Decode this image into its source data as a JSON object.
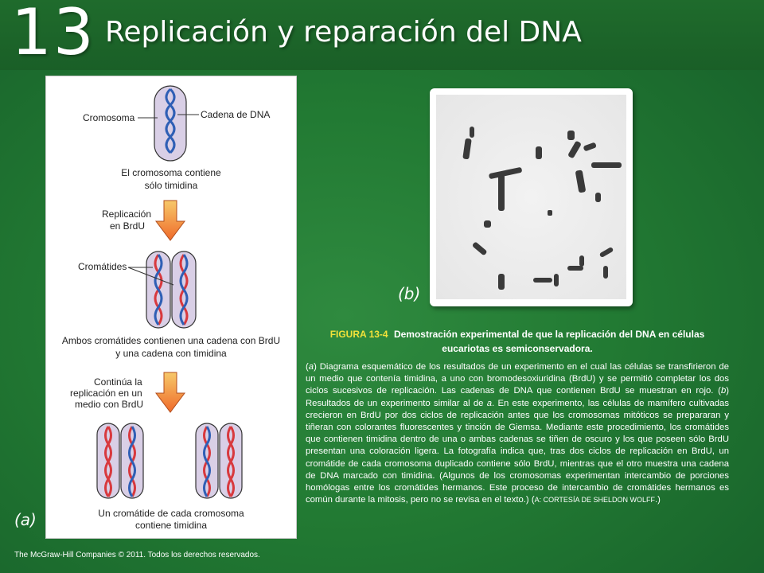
{
  "header": {
    "chapter_number": "13",
    "chapter_title": "Replicación y reparación del DNA"
  },
  "diagram": {
    "label_chromosome": "Cromosoma",
    "label_dna_strand": "Cadena de DNA",
    "step1_text_l1": "El cromosoma contiene",
    "step1_text_l2": "sólo timidina",
    "arrow1_l1": "Replicación",
    "arrow1_l2": "en BrdU",
    "label_chromatids": "Cromátides",
    "step2_text_l1": "Ambos cromátides contienen una cadena con BrdU",
    "step2_text_l2": "y una cadena con timidina",
    "arrow2_l1": "Continúa la",
    "arrow2_l2": "replicación en un",
    "arrow2_l3": "medio con BrdU",
    "step3_text_l1": "Un cromátide de cada cromosoma",
    "step3_text_l2": "contiene timidina",
    "panel_label": "(a)"
  },
  "photo": {
    "panel_label": "(b)"
  },
  "caption": {
    "figure_label": "FIGURA 13-4",
    "title": "Demostración experimental de que la replicación del DNA en células eucariotas es semiconservadora.",
    "body_part1": "(",
    "body_a": "a",
    "body_part2": ") Diagrama esquemático de los resultados de un experimento en el cual las células se transfirieron de un medio que contenía timidina, a uno con bromodesoxiuridina (BrdU) y se permitió completar los dos ciclos sucesivos de replicación. Las cadenas de DNA que contienen BrdU se muestran en rojo. (",
    "body_b": "b",
    "body_part3": ") Resultados de un experimento similar al de ",
    "body_a2": "a",
    "body_part4": ". En este experimento, las células de mamífero cultivadas crecieron en BrdU por dos ciclos de replicación antes que los cromosomas mitóticos se prepararan y tiñeran con colorantes fluorescentes y tinción de Giemsa. Mediante este procedimiento, los cromátides que contienen timidina dentro de una o ambas cadenas se tiñen de oscuro y los que poseen sólo BrdU presentan una coloración ligera. La fotografía indica que, tras dos ciclos de replicación en BrdU, un cromátide de cada cromosoma duplicado contiene sólo BrdU, mientras que el otro muestra una cadena de DNA marcado con timidina. (Algunos de los cromosomas experimentan intercambio de porciones homólogas entre los cromátides hermanos. Este proceso de intercambio de cromátides hermanos es común durante la mitosis, pero no se revisa en el texto.) (",
    "credit": "A: CORTESÍA DE SHELDON WOLFF",
    "body_end": ".)"
  },
  "footer": {
    "copyright": "The McGraw-Hill Companies © 2011. Todos los derechos reservados."
  },
  "colors": {
    "background_green": "#227a33",
    "figure_label_yellow": "#f2e23a",
    "chromosome_fill": "#d9cfe6",
    "strand_blue": "#2f5fb5",
    "strand_red": "#d8393e",
    "arrow_orange": "#f07f35"
  }
}
